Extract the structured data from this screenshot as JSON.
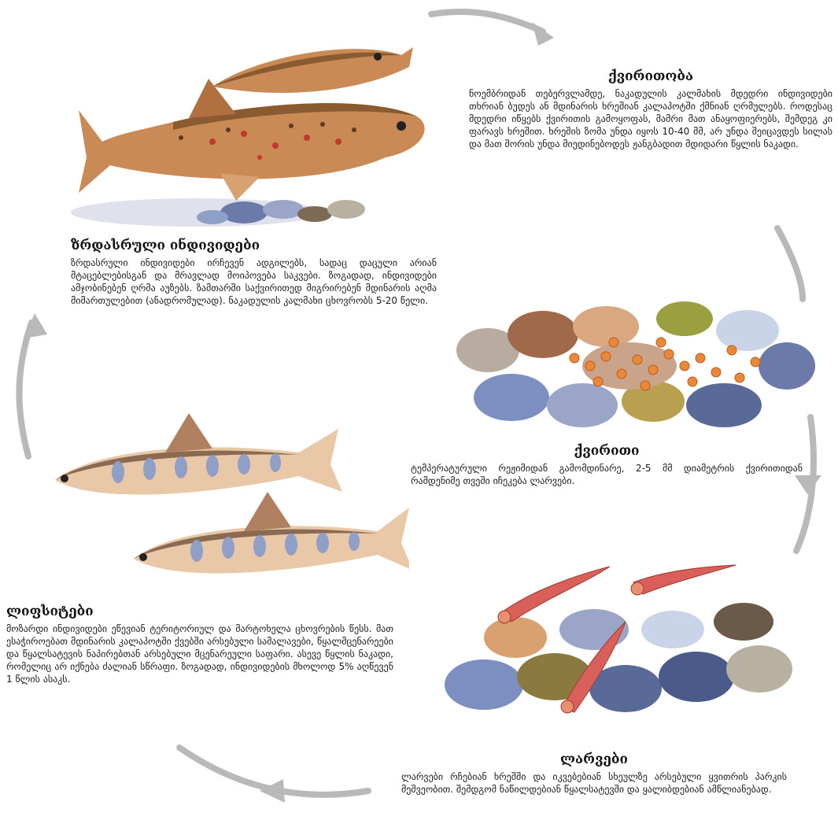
{
  "stages": {
    "spawning": {
      "title": "ქვირითობა",
      "text": "ნოემბრიდან თებერვლამდე, ნაკადულის კალმახის მდედრი ინდივიდები თხრიან ბუდეს ან მდინარის ხრეშიან კალაპოტში ქმნიან ღრმულებს. როდესაც მდედრი იწყებს ქვირითის გამოყოფას, მამრი მათ ანაყოფიერებს, შემდეგ კი ფარავს ხრეშით. ხრეშის ზომა უნდა იყოს 10-40 მმ, არ უნდა შეიცავდეს სილას და მათ შორის უნდა მიედინებოდეს ჟანგბადით მდიდარი წყლის ნაკადი."
    },
    "eggs": {
      "title": "ქვირითი",
      "text": "ტემპერატურული რეჟიმიდან გამომდინარე, 2-5 მმ დიამეტრის ქვირითიდან რამდენიმე თვეში იჩეკება ლარვები."
    },
    "larvae": {
      "title": "ლარვები",
      "text": "ლარვები რჩებიან ხრეშში და იკვებებიან სხეულზე არსებული ყვითრის პარკის მეშვეობით. შემდგომ ნაწილდებიან წყალსატევში და ყალიბდებიან ამწლიანებად."
    },
    "juveniles": {
      "title": "ლიფსიტები",
      "text": "მოზარდი ინდივიდები ეწევიან ტერიტორიულ და მარტოხელა ცხოვრების წესს. მათ ესაჭიროებათ მდინარის კალაპოტში ქვებში არსებული სამალავები, წყალმცენარეები და წყალსატევის ნაპირებთან არსებული მცენარეული საფარი. ასევე წყლის ნაკადი, რომელიც არ იქნება ძალიან სწრაფი. ზოგადად, ინდივიდების მხოლოდ 5% აღწევენ 1 წლის ასაკს."
    },
    "adults": {
      "title": "ზრდასრული ინდივიდები",
      "text": "ზრდასრული ინდივიდები ირჩევენ ადგილებს, სადაც დაცული არიან მტაცებლებისგან და მრავლად მოიპოვება საკვები. ზოგადად, ინდივიდები ამჯობინებენ ღრმა აუზებს. ზამთარში საქვირითედ მიგრირებენ მდინარის აღმა მიმართულებით (ანადრომულად). ნაკადულის კალმახი ცხოვრობს 5-20 წელი."
    }
  },
  "colors": {
    "arrow": "#b9b9b9",
    "fish_body": "#c98a55",
    "fish_back": "#8a5a30",
    "spot_red": "#c0392b",
    "spot_dark": "#5a3a20",
    "egg": "#e8893a",
    "parr_mark": "#8f9fc8"
  }
}
